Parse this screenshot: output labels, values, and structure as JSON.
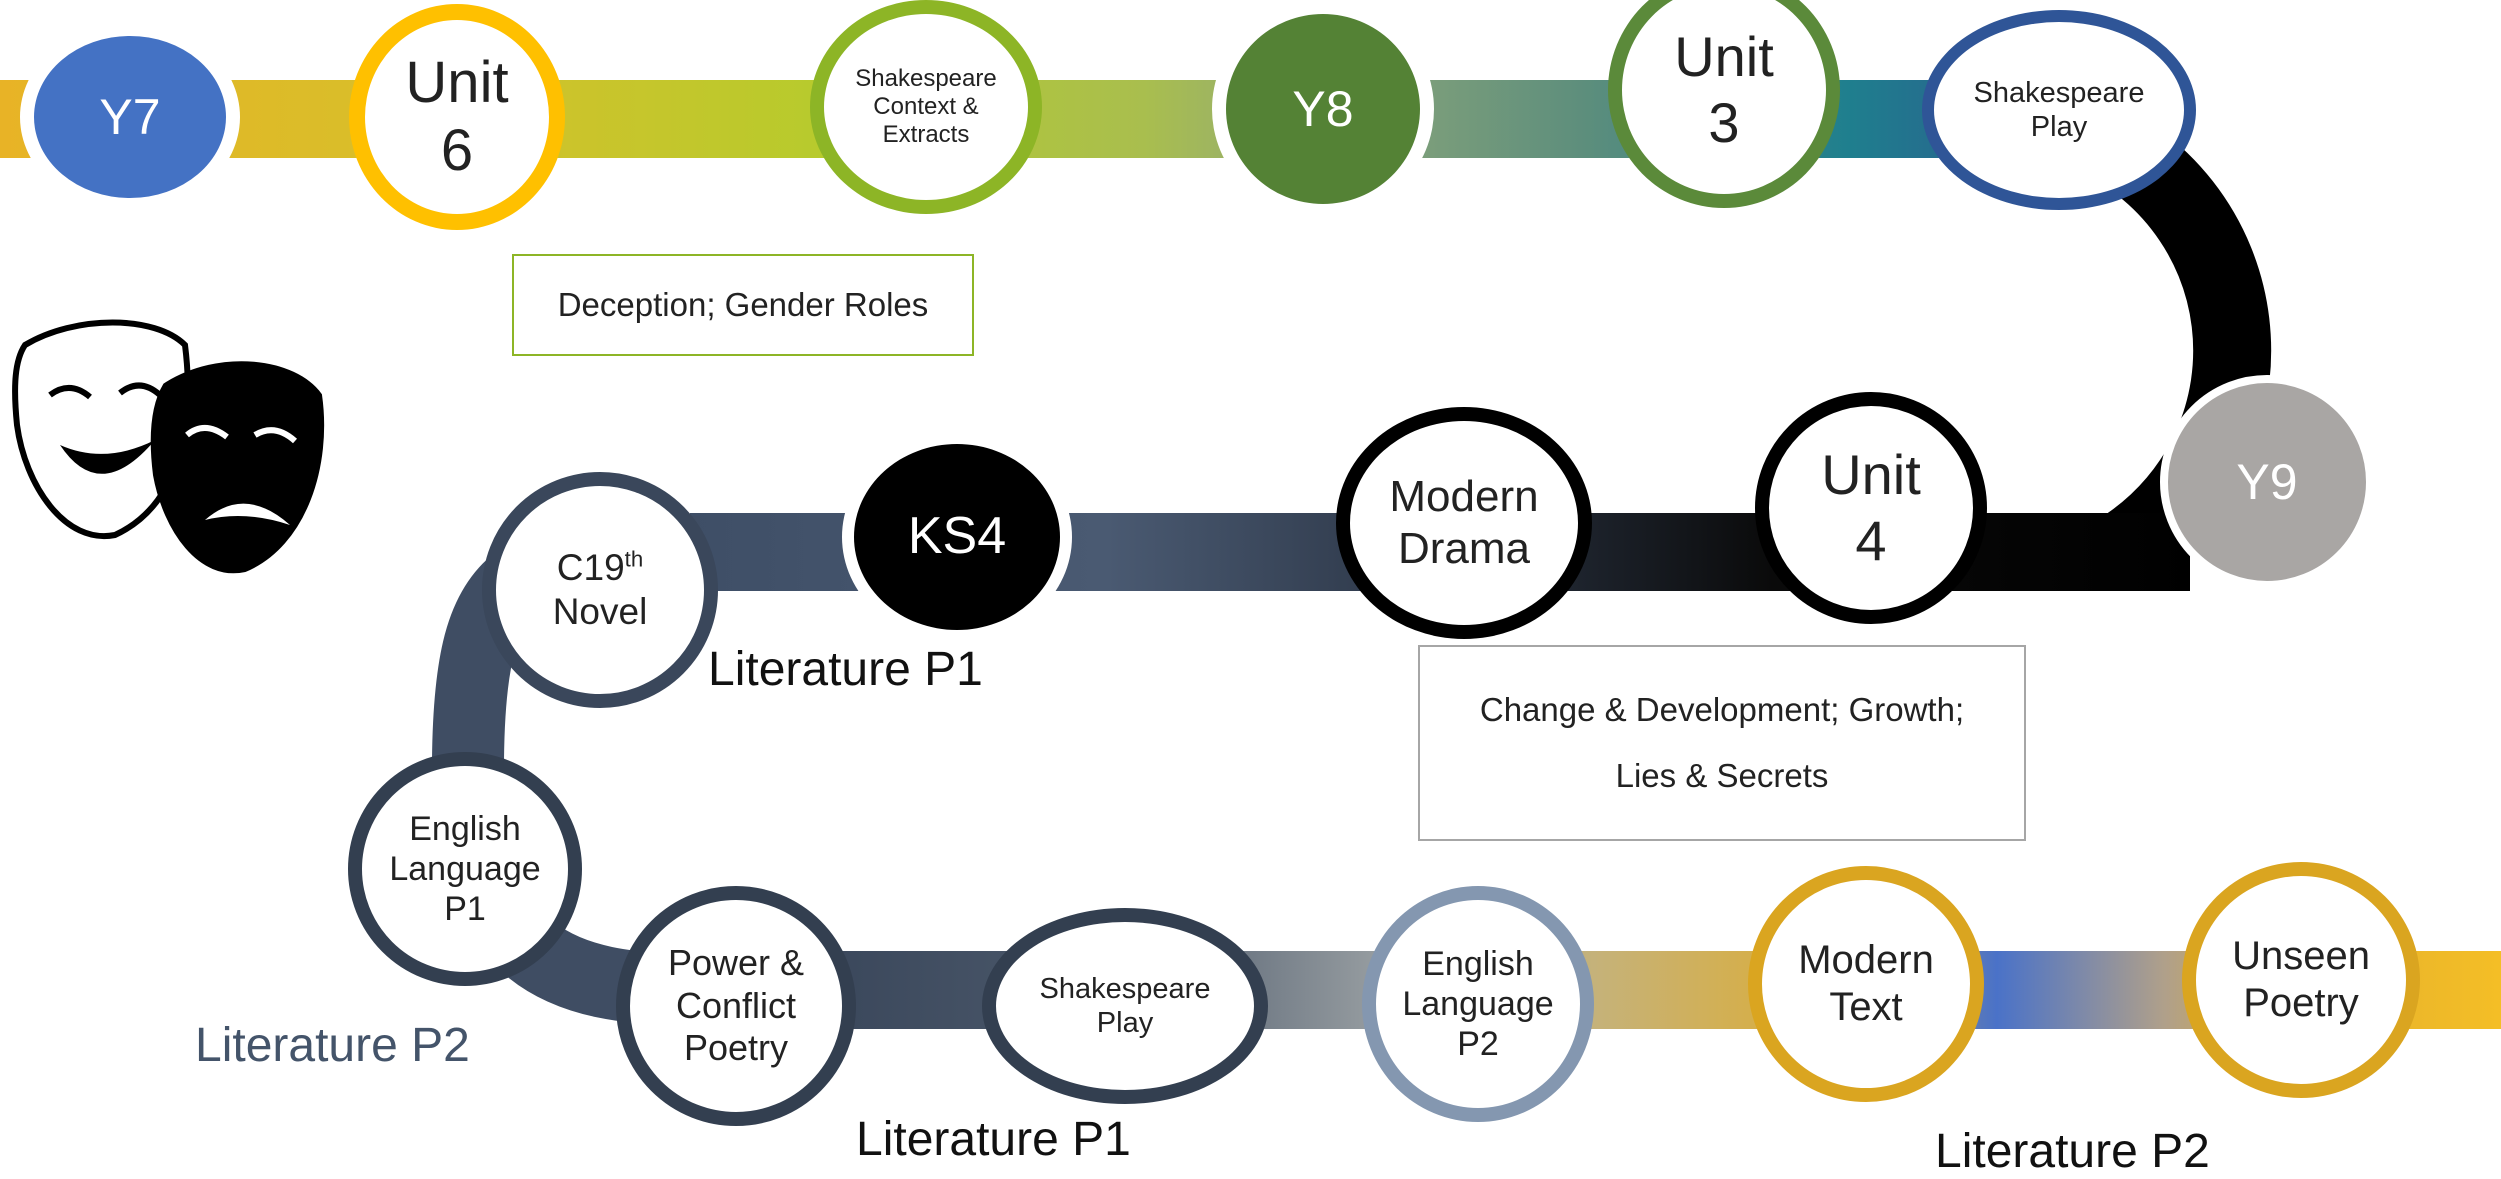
{
  "colors": {
    "y7": "#4472C4",
    "y8": "#548235",
    "y9": "#A9A6A4",
    "ks4": "#000000",
    "gold": "#FFC000",
    "lime": "#8DB526",
    "green": "#5B8A3A",
    "navy": "#2F5597",
    "slate": "#333F50",
    "steel": "#8497B0",
    "amber": "#DAA520"
  },
  "nodes": {
    "y7": "Y7",
    "unit6": "Unit\n6",
    "shakespeare_context": "Shakespeare\nContext &\nExtracts",
    "y8": "Y8",
    "unit3": "Unit\n3",
    "shakespeare_play_y8": "Shakespeare\nPlay",
    "y9": "Y9",
    "unit4": "Unit\n4",
    "modern_drama": "Modern\nDrama",
    "ks4": "KS4",
    "c19_novel_base": "C19",
    "c19_novel_sup": "th",
    "c19_novel_rest": "Novel",
    "english_language_p1": "English\nLanguage\nP1",
    "power_conflict_poetry": "Power &\nConflict\nPoetry",
    "shakespeare_play_ks4": "Shakespeare\nPlay",
    "english_language_p2": "English\nLanguage\nP2",
    "modern_text": "Modern\nText",
    "unseen_poetry": "Unseen\nPoetry"
  },
  "boxes": {
    "y7_themes": "Deception; Gender Roles",
    "y9_themes_line1": "Change & Development; Growth;",
    "y9_themes_line2": "Lies & Secrets"
  },
  "captions": {
    "lit_p1_upper": "Literature P1",
    "lit_p2_left": "Literature P2",
    "lit_p1_lower": "Literature P1",
    "lit_p2_right": "Literature P2"
  }
}
